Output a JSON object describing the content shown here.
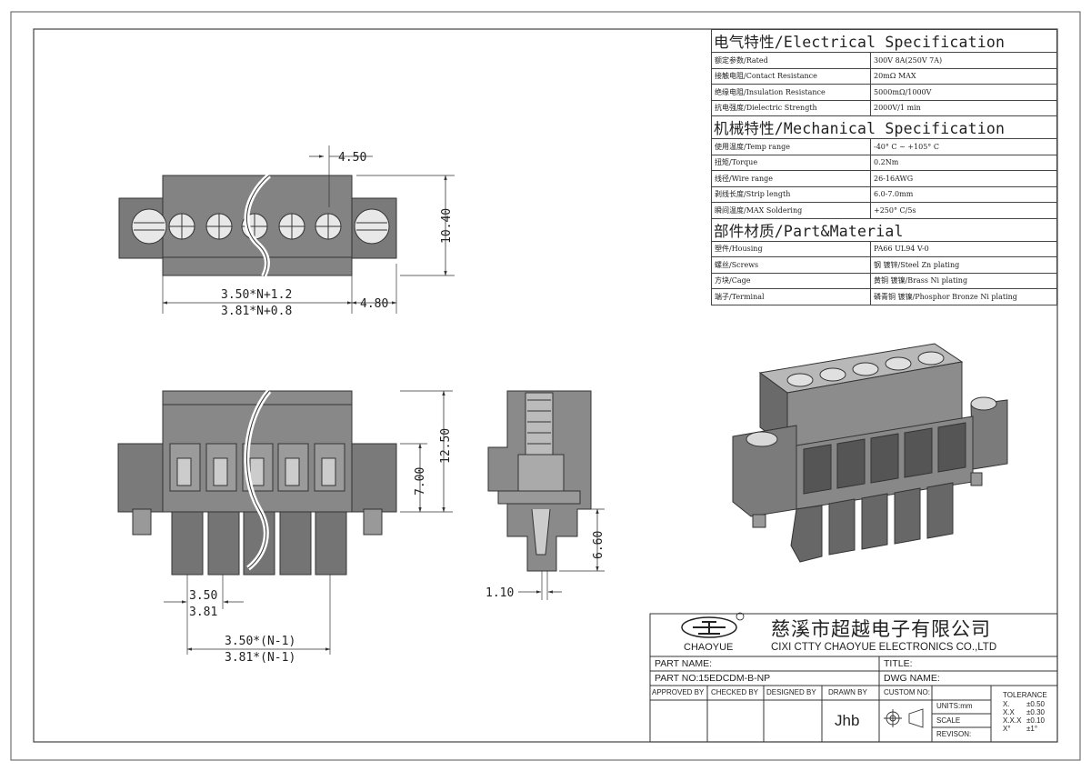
{
  "spec": {
    "electrical": {
      "title": "电气特性/Electrical Specification",
      "rows": [
        {
          "k": "额定参数/Rated",
          "v": "300V 8A(250V 7A)"
        },
        {
          "k": "接触电阻/Contact Resistance",
          "v": "20mΩ MAX"
        },
        {
          "k": "绝缘电阻/Insulation Resistance",
          "v": "5000mΩ/1000V"
        },
        {
          "k": "抗电强度/Dielectric Strength",
          "v": "2000V/1 min"
        }
      ]
    },
    "mechanical": {
      "title": "机械特性/Mechanical Specification",
      "rows": [
        {
          "k": "使用温度/Temp range",
          "v": "-40° C ~ +105° C"
        },
        {
          "k": "扭矩/Torque",
          "v": "0.2Nm"
        },
        {
          "k": "线径/Wire range",
          "v": "26-16AWG"
        },
        {
          "k": "剥线长度/Strip length",
          "v": "6.0-7.0mm"
        },
        {
          "k": "瞬间温度/MAX Soldering",
          "v": "+250° C/5s"
        }
      ]
    },
    "material": {
      "title": "部件材质/Part&Material",
      "rows": [
        {
          "k": "塑件/Housing",
          "v": "PA66 UL94 V-0"
        },
        {
          "k": "螺丝/Screws",
          "v": "钢 镀锌/Steel Zn plating"
        },
        {
          "k": "方块/Cage",
          "v": "黄铜 镀镍/Brass Ni plating"
        },
        {
          "k": "端子/Terminal",
          "v": "磷青铜 镀镍/Phosphor Bronze Ni plating"
        }
      ]
    }
  },
  "dims": {
    "pitch_450": "4.50",
    "height_1040": "10.40",
    "len_350": "3.50*N+1.2",
    "len_381": "3.81*N+0.8",
    "flange_480": "4.80",
    "height_1250": "12.50",
    "height_700": "7.00",
    "pitch_350": "3.50",
    "pitch_381": "3.81",
    "span_350": "3.50*(N-1)",
    "span_381": "3.81*(N-1)",
    "pin_660": "6.60",
    "pin_110": "1.10"
  },
  "title_block": {
    "logo_text": "CHAOYUE",
    "company_cn": "慈溪市超越电子有限公司",
    "company_en": "CIXI CTTY CHAOYUE ELECTRONICS CO.,LTD",
    "part_name_label": "PART NAME:",
    "title_label": "TITLE:",
    "part_no": "PART NO:15EDCDM-B-NP",
    "dwg_name_label": "DWG NAME:",
    "approved_by": "APPROVED BY",
    "checked_by": "CHECKED BY",
    "designed_by": "DESIGNED BY",
    "drawn_by": "DRAWN BY",
    "custom_no": "CUSTOM NO:",
    "drawn_name": "Jhb",
    "units": "UNITS:mm",
    "scale": "SCALE",
    "revision": "REVISON:",
    "tolerance": "TOLERANCE",
    "tol_rows": [
      {
        "k": "X.",
        "v": "±0.50"
      },
      {
        "k": "X.X",
        "v": "±0.30"
      },
      {
        "k": "X.X.X",
        "v": "±0.10"
      },
      {
        "k": "X°",
        "v": "±1°"
      }
    ]
  }
}
